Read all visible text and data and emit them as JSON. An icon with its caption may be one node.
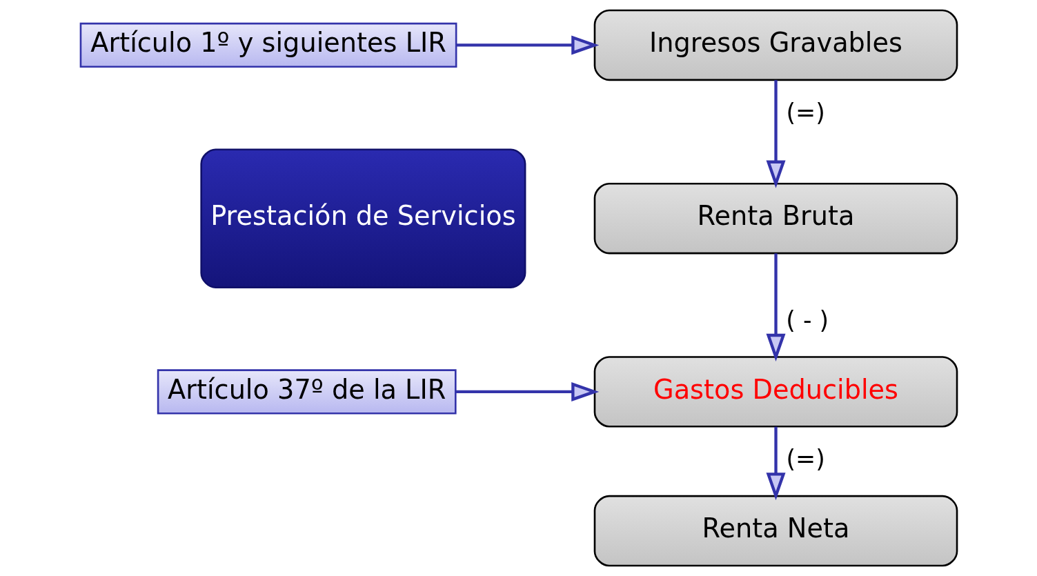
{
  "diagram": {
    "nodes": [
      {
        "text": [
          "Prestación de Servicios"
        ]
      },
      {
        "text": [
          "Ingresos Gravables"
        ]
      },
      {
        "text": [
          "Renta Bruta"
        ]
      },
      {
        "text": [
          "Gastos Deducibles"
        ]
      },
      {
        "text": [
          "Renta Neta"
        ]
      },
      {
        "text": [
          "Artículo 1º y siguientes LIR"
        ]
      },
      {
        "text": [
          "Artículo 37º de la LIR"
        ]
      }
    ],
    "edges": [
      {
        "from": 1,
        "to": 2,
        "arrow": "to",
        "label": "(=)"
      },
      {
        "from": 2,
        "to": 3,
        "arrow": "to",
        "label": "( - )"
      },
      {
        "from": 3,
        "to": 4,
        "arrow": "to",
        "label": "(=)"
      },
      {
        "from": 5,
        "to": 1,
        "arrow": "to"
      },
      {
        "from": 6,
        "to": 3,
        "arrow": "to"
      }
    ]
  }
}
